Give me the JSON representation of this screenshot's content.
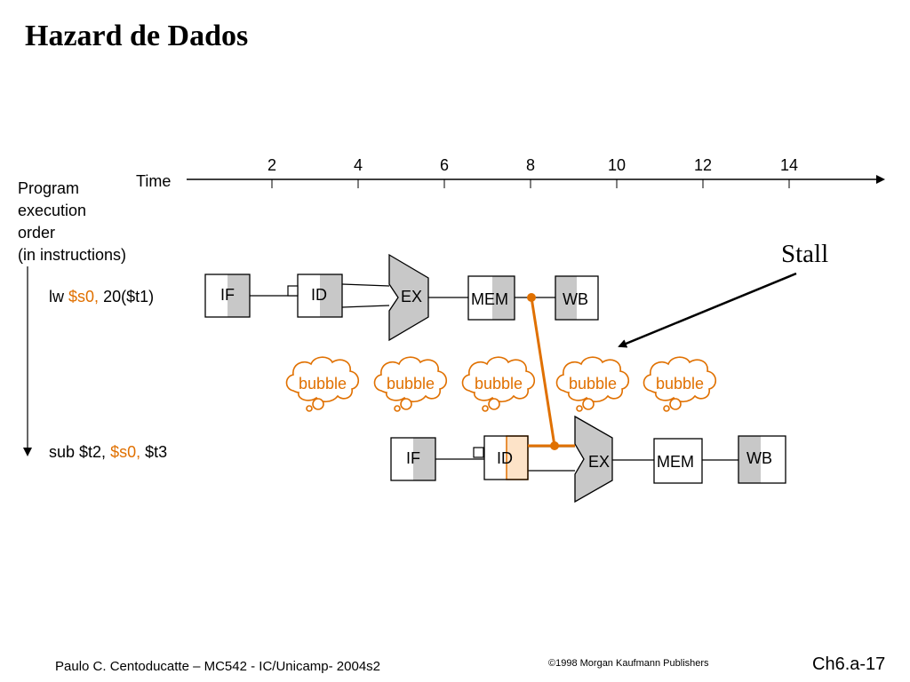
{
  "title": "Hazard de Dados",
  "time_axis": {
    "label": "Time",
    "ticks": [
      "2",
      "4",
      "6",
      "8",
      "10",
      "12",
      "14"
    ]
  },
  "order_label": [
    "Program",
    "execution",
    "order",
    "(in instructions)"
  ],
  "instructions": [
    {
      "op": "lw",
      "reg": "$s0,",
      "rest": "20($t1)"
    },
    {
      "op": "sub $t2,",
      "reg": "$s0,",
      "rest": "$t3"
    }
  ],
  "stages": {
    "if": "IF",
    "id": "ID",
    "ex": "EX",
    "mem": "MEM",
    "wb": "WB"
  },
  "bubbles": [
    "bubble",
    "bubble",
    "bubble",
    "bubble",
    "bubble"
  ],
  "stall_label": "Stall",
  "colors": {
    "accent": "#e07000",
    "stage_fill": "#c8c8c8",
    "id_highlight": "#fde3c8"
  },
  "footer": {
    "left": "Paulo C. Centoducatte – MC542 - IC/Unicamp- 2004s2",
    "middle": "©1998 Morgan Kaufmann Publishers",
    "right": "Ch6.a-17"
  }
}
